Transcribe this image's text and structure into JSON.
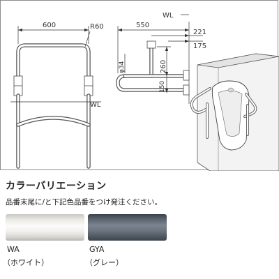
{
  "drawing": {
    "labels": {
      "width_600": "600",
      "radius_r60": "R60",
      "wl_left": "WL",
      "wl_top": "WL",
      "depth_550": "550",
      "offset_221": "221",
      "offset_175": "175",
      "diameter_34": "φ34",
      "height_260": "260",
      "height_150": "150"
    }
  },
  "variations": {
    "heading": "カラーバリエーション",
    "note": "品番末尾に/と下記色品番をつけ発注ください。",
    "items": [
      {
        "code": "WA",
        "name": "（ホワイト）",
        "color": "#f4f3f0"
      },
      {
        "code": "GYA",
        "name": "（グレー）",
        "color": "#6c7580"
      }
    ]
  }
}
